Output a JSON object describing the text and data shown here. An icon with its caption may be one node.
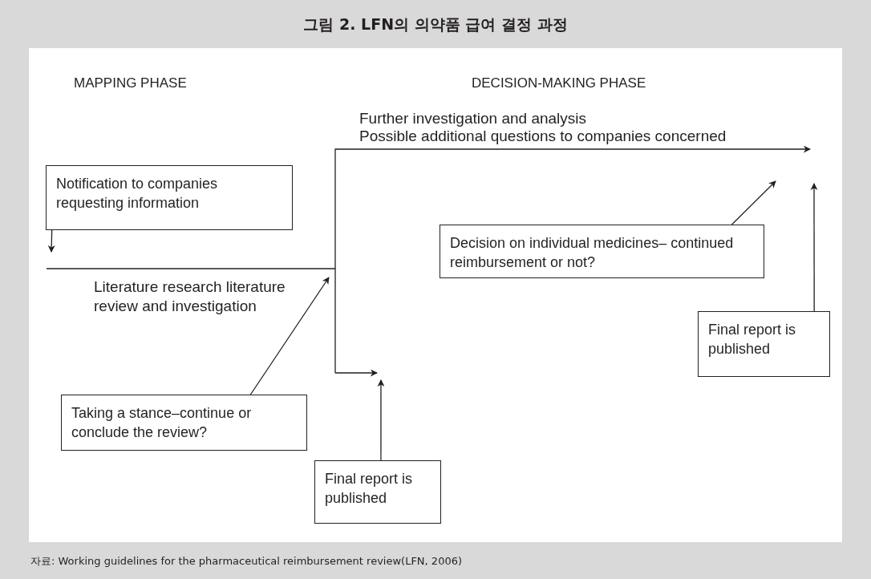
{
  "diagram": {
    "title": "그림 2. LFN의 의약품 급여 결정 과정",
    "caption": "자료: Working guidelines for the pharmaceutical reimbursement review(LFN, 2006)",
    "nodes": [
      {
        "text": [
          "Notification to companies requesting information"
        ]
      },
      {
        "text": [
          "Decision on individual medicines– continued reimbursement or not?"
        ]
      },
      {
        "text": [
          "Final report is published"
        ]
      },
      {
        "text": [
          "Taking a stance–continue or conclude the review?"
        ]
      },
      {
        "text": [
          "Final report is published"
        ]
      }
    ],
    "edges": [
      {
        "from": 0,
        "to": null,
        "arrow": "to"
      },
      {
        "from": 1,
        "to": null,
        "arrow": "to"
      },
      {
        "from": 2,
        "to": null,
        "arrow": "to"
      },
      {
        "from": 3,
        "to": null,
        "arrow": "to"
      },
      {
        "from": 4,
        "to": null,
        "arrow": "to"
      }
    ],
    "labels": [
      "MAPPING PHASE",
      "DECISION-MAKING PHASE",
      "Further investigation and analysis",
      "Possible additional questions to companies concerned",
      "Literature research literature review and investigation"
    ]
  }
}
